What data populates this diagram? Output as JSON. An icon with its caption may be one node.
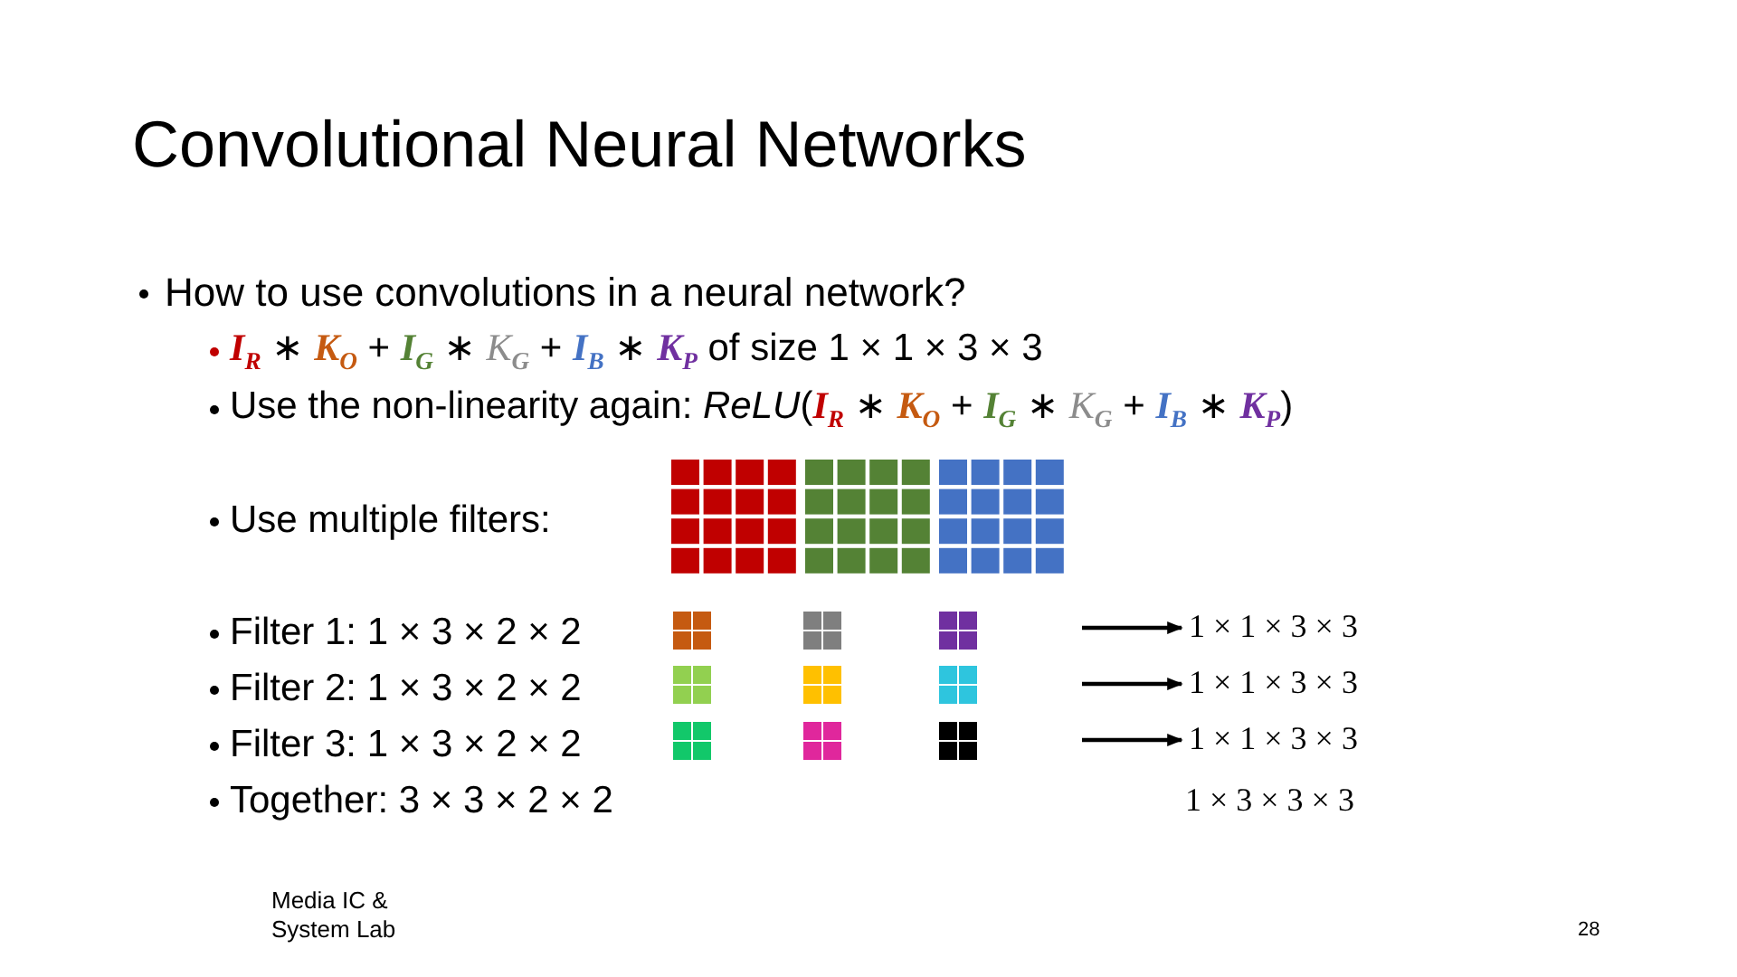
{
  "diagram": {
    "title": "Convolutional Neural Networks",
    "nodes": [
      {
        "text": [
          "1 × 1 × 3 × 3"
        ]
      },
      {
        "text": [
          "1 × 1 × 3 × 3"
        ]
      },
      {
        "text": [
          "1 × 1 × 3 × 3"
        ]
      }
    ],
    "edges": [
      {
        "from": null,
        "to": 0,
        "arrow": "to"
      },
      {
        "from": null,
        "to": 1,
        "arrow": "to"
      },
      {
        "from": null,
        "to": 2,
        "arrow": "to"
      }
    ],
    "labels": [
      "How to use convolutions in a neural network?",
      "**I**$_{R}$ ∗ **K**$_{O}$ + **I**$_{G}$ ∗ *K*$_{G}$ + **I**$_{B}$ ∗ **K**$_{P}$  of size 1 × 1 × 3 × 3",
      "Use the non-linearity again: *ReLU*(**I**$_{R}$ ∗ **K**$_{O}$ + **I**$_{G}$ ∗ *K*$_{G}$ + **I**$_{B}$ ∗ **K**$_{P}$)",
      "Use multiple filters:",
      "Filter 1: 1 × 3 × 2 × 2",
      "Filter 2: 1 × 3 × 2 × 2",
      "Filter 3: 1 × 3 × 2 × 2",
      "Together: 3 × 3 × 2 × 2",
      "1 × 3 × 3 × 3",
      "Media IC & System Lab",
      "28"
    ]
  }
}
